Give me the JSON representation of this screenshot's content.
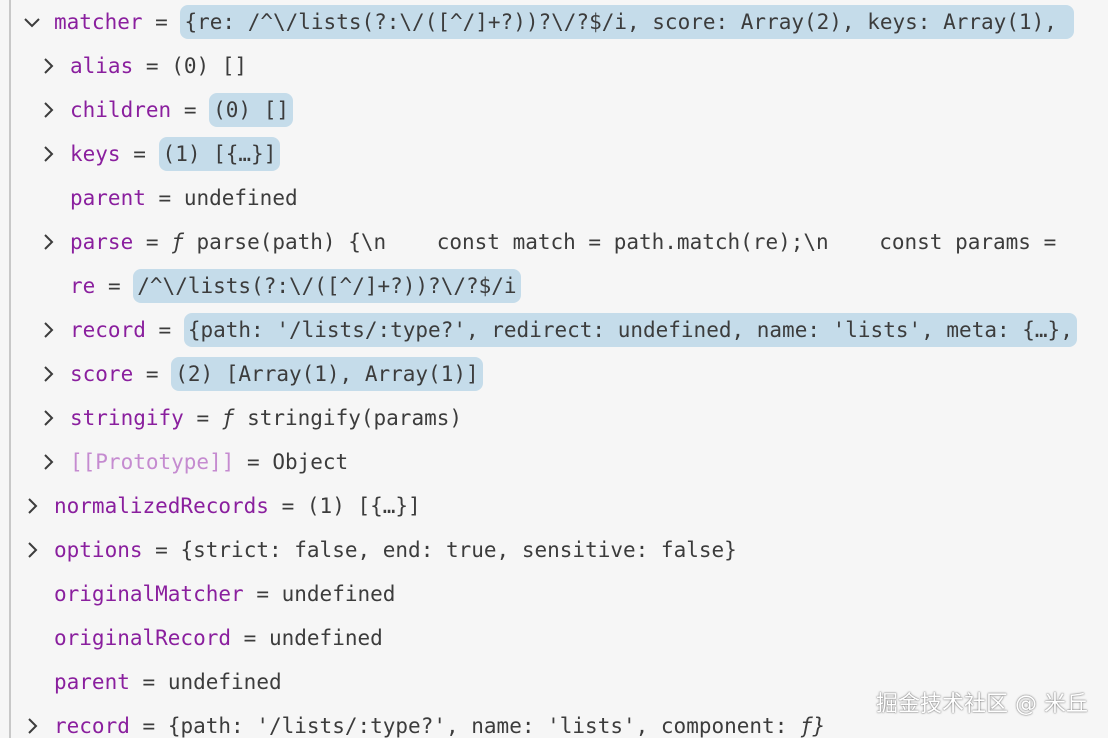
{
  "tree": {
    "rows": [
      {
        "key": "matcher",
        "eq": "=",
        "value": "{re: /^\\/lists(?:\\/([^/]+?))?\\/?$/i, score: Array(2), keys: Array(1), ",
        "expanded": true,
        "highlight": true
      },
      {
        "key": "alias",
        "eq": "=",
        "value": "(0) []",
        "expanded": false,
        "highlight": false
      },
      {
        "key": "children",
        "eq": "=",
        "value": "(0) []",
        "expanded": false,
        "highlight": true
      },
      {
        "key": "keys",
        "eq": "=",
        "value": "(1) [{…}]",
        "expanded": false,
        "highlight": true
      },
      {
        "key": "parent",
        "eq": "=",
        "value": "undefined",
        "highlight": false
      },
      {
        "key": "parse",
        "eq": "=",
        "fn": "ƒ",
        "value": "parse(path) {\\n    const match = path.match(re);\\n    const params = ",
        "expanded": false,
        "highlight": false
      },
      {
        "key": "re",
        "eq": "=",
        "value": "/^\\/lists(?:\\/([^/]+?))?\\/?$/i",
        "highlight": true
      },
      {
        "key": "record",
        "eq": "=",
        "value": "{path: '/lists/:type?', redirect: undefined, name: 'lists', meta: {…},",
        "expanded": false,
        "highlight": true
      },
      {
        "key": "score",
        "eq": "=",
        "value": "(2) [Array(1), Array(1)]",
        "expanded": false,
        "highlight": true
      },
      {
        "key": "stringify",
        "eq": "=",
        "fn": "ƒ",
        "value": "stringify(params)",
        "expanded": false,
        "highlight": false
      },
      {
        "key": "[[Prototype]]",
        "eq": "=",
        "value": "Object",
        "expanded": false,
        "highlight": false
      },
      {
        "key": "normalizedRecords",
        "eq": "=",
        "value": "(1) [{…}]",
        "expanded": false,
        "highlight": false
      },
      {
        "key": "options",
        "eq": "=",
        "value": "{strict: false, end: true, sensitive: false}",
        "expanded": false,
        "highlight": false
      },
      {
        "key": "originalMatcher",
        "eq": "=",
        "value": "undefined",
        "highlight": false
      },
      {
        "key": "originalRecord",
        "eq": "=",
        "value": "undefined",
        "highlight": false
      },
      {
        "key": "parent",
        "eq": "=",
        "value": "undefined",
        "highlight": false
      },
      {
        "key": "record",
        "eq": "=",
        "fn_suffix": "ƒ}",
        "value": "{path: '/lists/:type?', name: 'lists', component: ",
        "expanded": false,
        "highlight": false
      }
    ]
  },
  "watermark": "掘金技术社区 @ 米丘",
  "colors": {
    "background": "#f6f6f6",
    "key": "#8a1f9e",
    "prototype_key": "#c58bd0",
    "value": "#3c3c3c",
    "highlight": "#c5dcea"
  }
}
